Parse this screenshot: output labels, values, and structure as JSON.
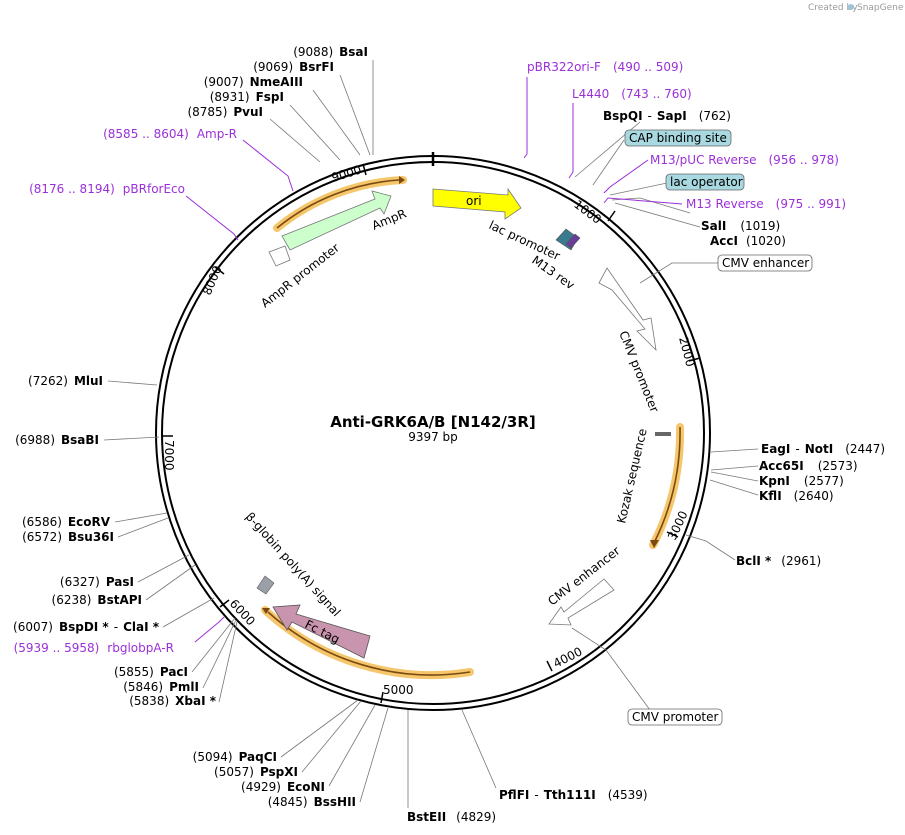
{
  "brand": {
    "created_by": "Created by",
    "app": "SnapGene"
  },
  "plasmid": {
    "name": "Anti-GRK6A/B [N142/3R]",
    "size": "9397 bp"
  },
  "ticks": [
    "1000",
    "2000",
    "3000",
    "4000",
    "5000",
    "6000",
    "7000",
    "8000",
    "9000"
  ],
  "sites": {
    "bsai": {
      "pos": "(9088)",
      "name": "BsaI"
    },
    "bsrfi": {
      "pos": "(9069)",
      "name": "BsrFI"
    },
    "nmeaiii": {
      "pos": "(9007)",
      "name": "NmeAIII"
    },
    "fspi": {
      "pos": "(8931)",
      "name": "FspI"
    },
    "pvui": {
      "pos": "(8785)",
      "name": "PvuI"
    },
    "mlui": {
      "pos": "(7262)",
      "name": "MluI"
    },
    "bsabi": {
      "pos": "(6988)",
      "name": "BsaBI"
    },
    "ecorv": {
      "pos": "(6586)",
      "name": "EcoRV"
    },
    "bsu36i": {
      "pos": "(6572)",
      "name": "Bsu36I"
    },
    "pasi": {
      "pos": "(6327)",
      "name": "PasI"
    },
    "bstapi": {
      "pos": "(6238)",
      "name": "BstAPI"
    },
    "bspdi": {
      "pos": "(6007)",
      "name": "BspDI *",
      "sep": "-",
      "name2": "ClaI *"
    },
    "paci": {
      "pos": "(5855)",
      "name": "PacI"
    },
    "pmli": {
      "pos": "(5846)",
      "name": "PmlI"
    },
    "xbai": {
      "pos": "(5838)",
      "name": "XbaI *"
    },
    "paqci": {
      "pos": "(5094)",
      "name": "PaqCI"
    },
    "pspxi": {
      "pos": "(5057)",
      "name": "PspXI"
    },
    "econi": {
      "pos": "(4929)",
      "name": "EcoNI"
    },
    "bsshii": {
      "pos": "(4845)",
      "name": "BssHII"
    },
    "bsteii": {
      "name": "BstEII",
      "pos": "(4829)"
    },
    "pflfi": {
      "name": "PflFI",
      "sep": "-",
      "name2": "Tth111I",
      "pos": "(4539)"
    },
    "bspqi": {
      "name": "BspQI",
      "sep": "-",
      "name2": "SapI",
      "pos": "(762)"
    },
    "sali": {
      "name": "SalI",
      "pos": "(1019)"
    },
    "acci": {
      "name": "AccI",
      "pos": "(1020)"
    },
    "eagi": {
      "name": "EagI",
      "sep": "-",
      "name2": "NotI",
      "pos": "(2447)"
    },
    "acc65i": {
      "name": "Acc65I",
      "pos": "(2573)"
    },
    "kpni": {
      "name": "KpnI",
      "pos": "(2577)"
    },
    "kfli": {
      "name": "KflI",
      "pos": "(2640)"
    },
    "bcli": {
      "name": "BclI *",
      "pos": "(2961)"
    }
  },
  "primers": {
    "pbr322ori": {
      "name": "pBR322ori-F",
      "range": "(490 .. 509)"
    },
    "l4440": {
      "name": "L4440",
      "range": "(743 .. 760)"
    },
    "m13puc": {
      "name": "M13/pUC Reverse",
      "range": "(956 .. 978)"
    },
    "m13rev": {
      "name": "M13 Reverse",
      "range": "(975 .. 991)"
    },
    "ampr": {
      "range": "(8585 .. 8604)",
      "name": "Amp-R"
    },
    "pbrforeco": {
      "range": "(8176 .. 8194)",
      "name": "pBRforEco"
    },
    "rbglobpa": {
      "range": "(5939 .. 5958)",
      "name": "rbglobpA-R"
    }
  },
  "boxed": {
    "cap": "CAP binding site",
    "lacop": "lac operator",
    "cmv_enh": "CMV enhancer",
    "cmv_prom": "CMV promoter"
  },
  "features": {
    "ori": "ori",
    "lac_promoter": "lac promoter",
    "m13_rev": "M13 rev",
    "cmv_promoter": "CMV promoter",
    "kozak": "Kozak sequence",
    "cmv_enhancer": "CMV enhancer",
    "fc_tag": "Fc tag",
    "bglobin": "β-globin poly(A) signal",
    "ampr": "AmpR",
    "ampr_promoter": "AmpR promoter"
  },
  "colors": {
    "ori": "#ffff00",
    "ampr": "#ccffcc",
    "fc_tag": "#c994ad",
    "orf_highlight": "#f5c66b",
    "primer": "#9b30d9",
    "box_blue": "#a8d8e0"
  }
}
